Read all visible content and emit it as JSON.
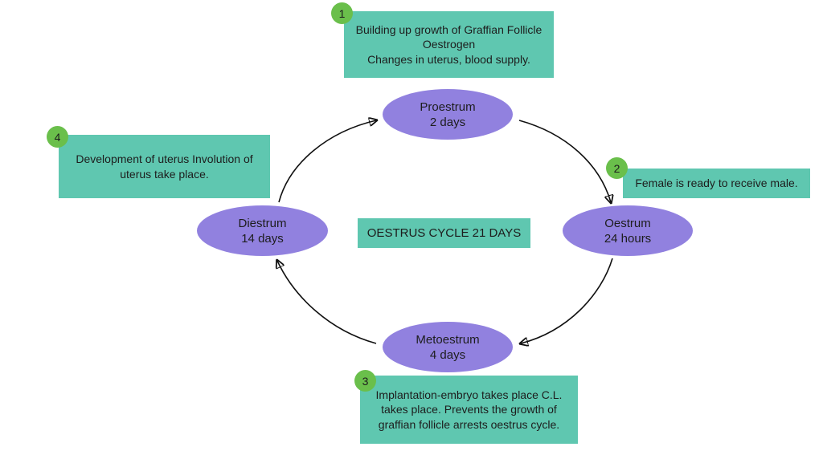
{
  "colors": {
    "node-fill": "#9181df",
    "box-fill": "#5fc7b0",
    "badge-fill": "#6abf4b",
    "arrow": "#111111",
    "text": "#1d1d1d",
    "background": "#ffffff"
  },
  "center": {
    "title": "OESTRUS CYCLE 21 DAYS"
  },
  "nodes": {
    "proestrum": {
      "label": "Proestrum",
      "duration": "2 days"
    },
    "oestrum": {
      "label": "Oestrum",
      "duration": "24 hours"
    },
    "metoestrum": {
      "label": "Metoestrum",
      "duration": "4 days"
    },
    "diestrum": {
      "label": "Diestrum",
      "duration": "14 days"
    }
  },
  "annotations": {
    "step1": {
      "number": "1",
      "text": "Building up growth of Graffian Follicle\nOestrogen\nChanges in uterus, blood supply."
    },
    "step2": {
      "number": "2",
      "text": "Female is ready to receive male."
    },
    "step3": {
      "number": "3",
      "text": "Implantation-embryo takes place C.L.\ntakes place. Prevents the growth of\ngraffian follicle arrests oestrus cycle."
    },
    "step4": {
      "number": "4",
      "text": "Development of uterus Involution of\nuterus take place."
    }
  }
}
